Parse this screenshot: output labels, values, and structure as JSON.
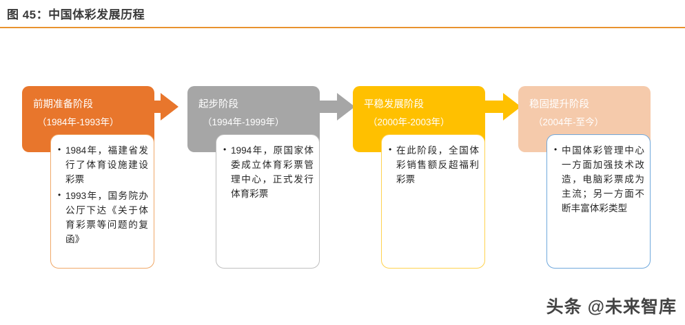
{
  "title": "图 45：中国体彩发展历程",
  "rule_color": "#E8922E",
  "watermark": "头条 @未来智库",
  "arrows": [
    {
      "name": "arrow-stage1-to-stage2",
      "color": "#E8762C"
    },
    {
      "name": "arrow-stage2-to-stage3",
      "color": "#A6A6A6"
    },
    {
      "name": "arrow-stage3-to-stage4",
      "color": "#FFC000"
    }
  ],
  "stages": [
    {
      "name": "前期准备阶段",
      "period": "（1984年-1993年）",
      "header_color": "#E8762C",
      "card_border": "#F0A868",
      "bullets": [
        "1984年，福建省发行了体育设施建设彩票",
        "1993年，国务院办公厅下达《关于体育彩票等问题的复函》"
      ]
    },
    {
      "name": "起步阶段",
      "period": "（1994年-1999年）",
      "header_color": "#A6A6A6",
      "card_border": "#BFBFBF",
      "bullets": [
        "1994年，原国家体委成立体育彩票管理中心，正式发行体育彩票"
      ]
    },
    {
      "name": "平稳发展阶段",
      "period": "（2000年-2003年）",
      "header_color": "#FFC000",
      "card_border": "#FFD24D",
      "bullets": [
        "在此阶段，全国体彩销售额反超福利彩票"
      ]
    },
    {
      "name": "稳固提升阶段",
      "period": "（2004年-至今）",
      "header_color": "#F5CAAB",
      "card_border": "#6FA8DC",
      "bullets": [
        "中国体彩管理中心一方面加强技术改造，电脑彩票成为主流；另一方面不断丰富体彩类型"
      ]
    }
  ]
}
